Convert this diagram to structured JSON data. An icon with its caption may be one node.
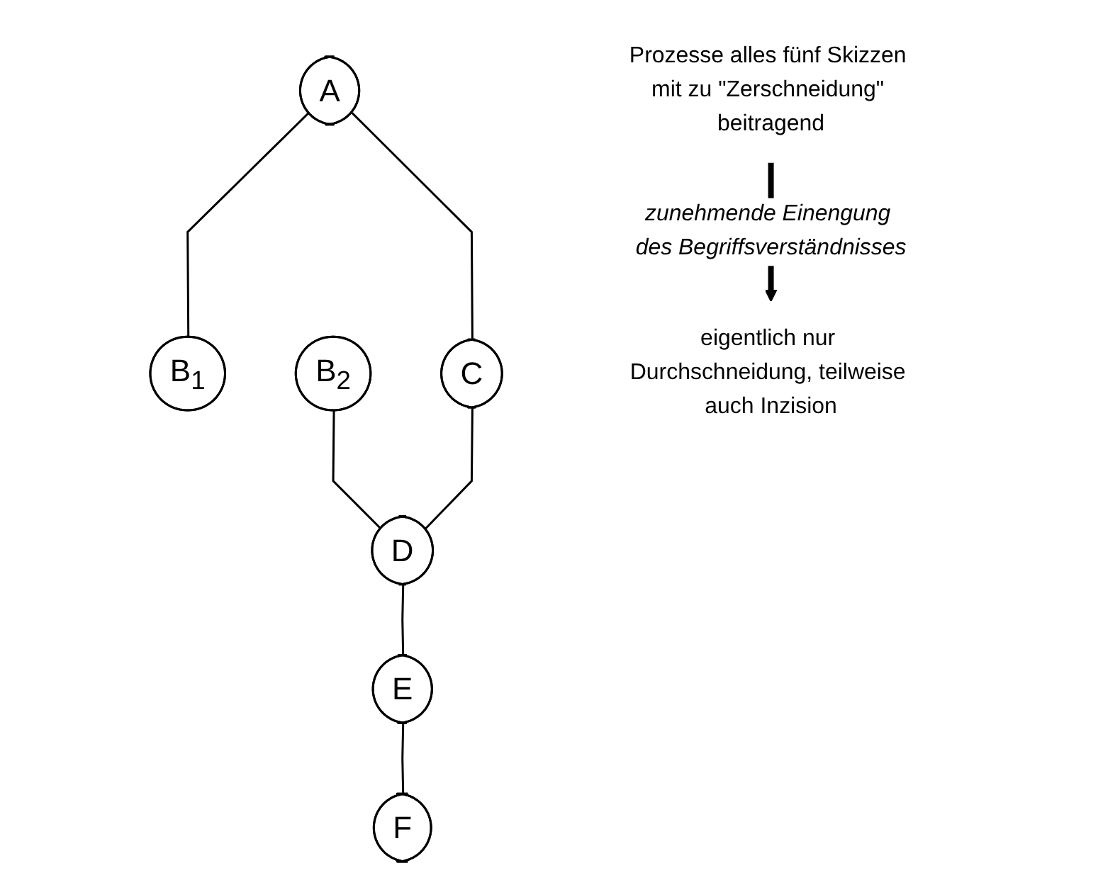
{
  "diagram": {
    "nodes": [
      {
        "text": [
          "A"
        ]
      },
      {
        "text": [
          "B$_{1}$"
        ]
      },
      {
        "text": [
          "B$_{2}$"
        ]
      },
      {
        "text": [
          "C"
        ]
      },
      {
        "text": [
          "D"
        ]
      },
      {
        "text": [
          "E"
        ]
      },
      {
        "text": [
          "F"
        ]
      },
      {
        "text": [
          "Prozesse alles fünf Skizzen mit zu \"Zerschneidung\" beitragend"
        ]
      },
      {
        "text": [
          "eigentlich nur Durchschneidung, teilweise auch Inzision"
        ]
      }
    ],
    "edges": [
      {
        "from": 0,
        "to": 1,
        "arrow": "none"
      },
      {
        "from": 0,
        "to": 3,
        "arrow": "none"
      },
      {
        "from": 2,
        "to": 4,
        "arrow": "none"
      },
      {
        "from": 3,
        "to": 4,
        "arrow": "none"
      },
      {
        "from": 4,
        "to": 5,
        "arrow": "none"
      },
      {
        "from": 5,
        "to": 6,
        "arrow": "none"
      },
      {
        "from": 7,
        "to": 8,
        "arrow": "to",
        "label": "zunehmende Einengung des Begriffsverständnisses",
        "style": "thick"
      }
    ]
  }
}
